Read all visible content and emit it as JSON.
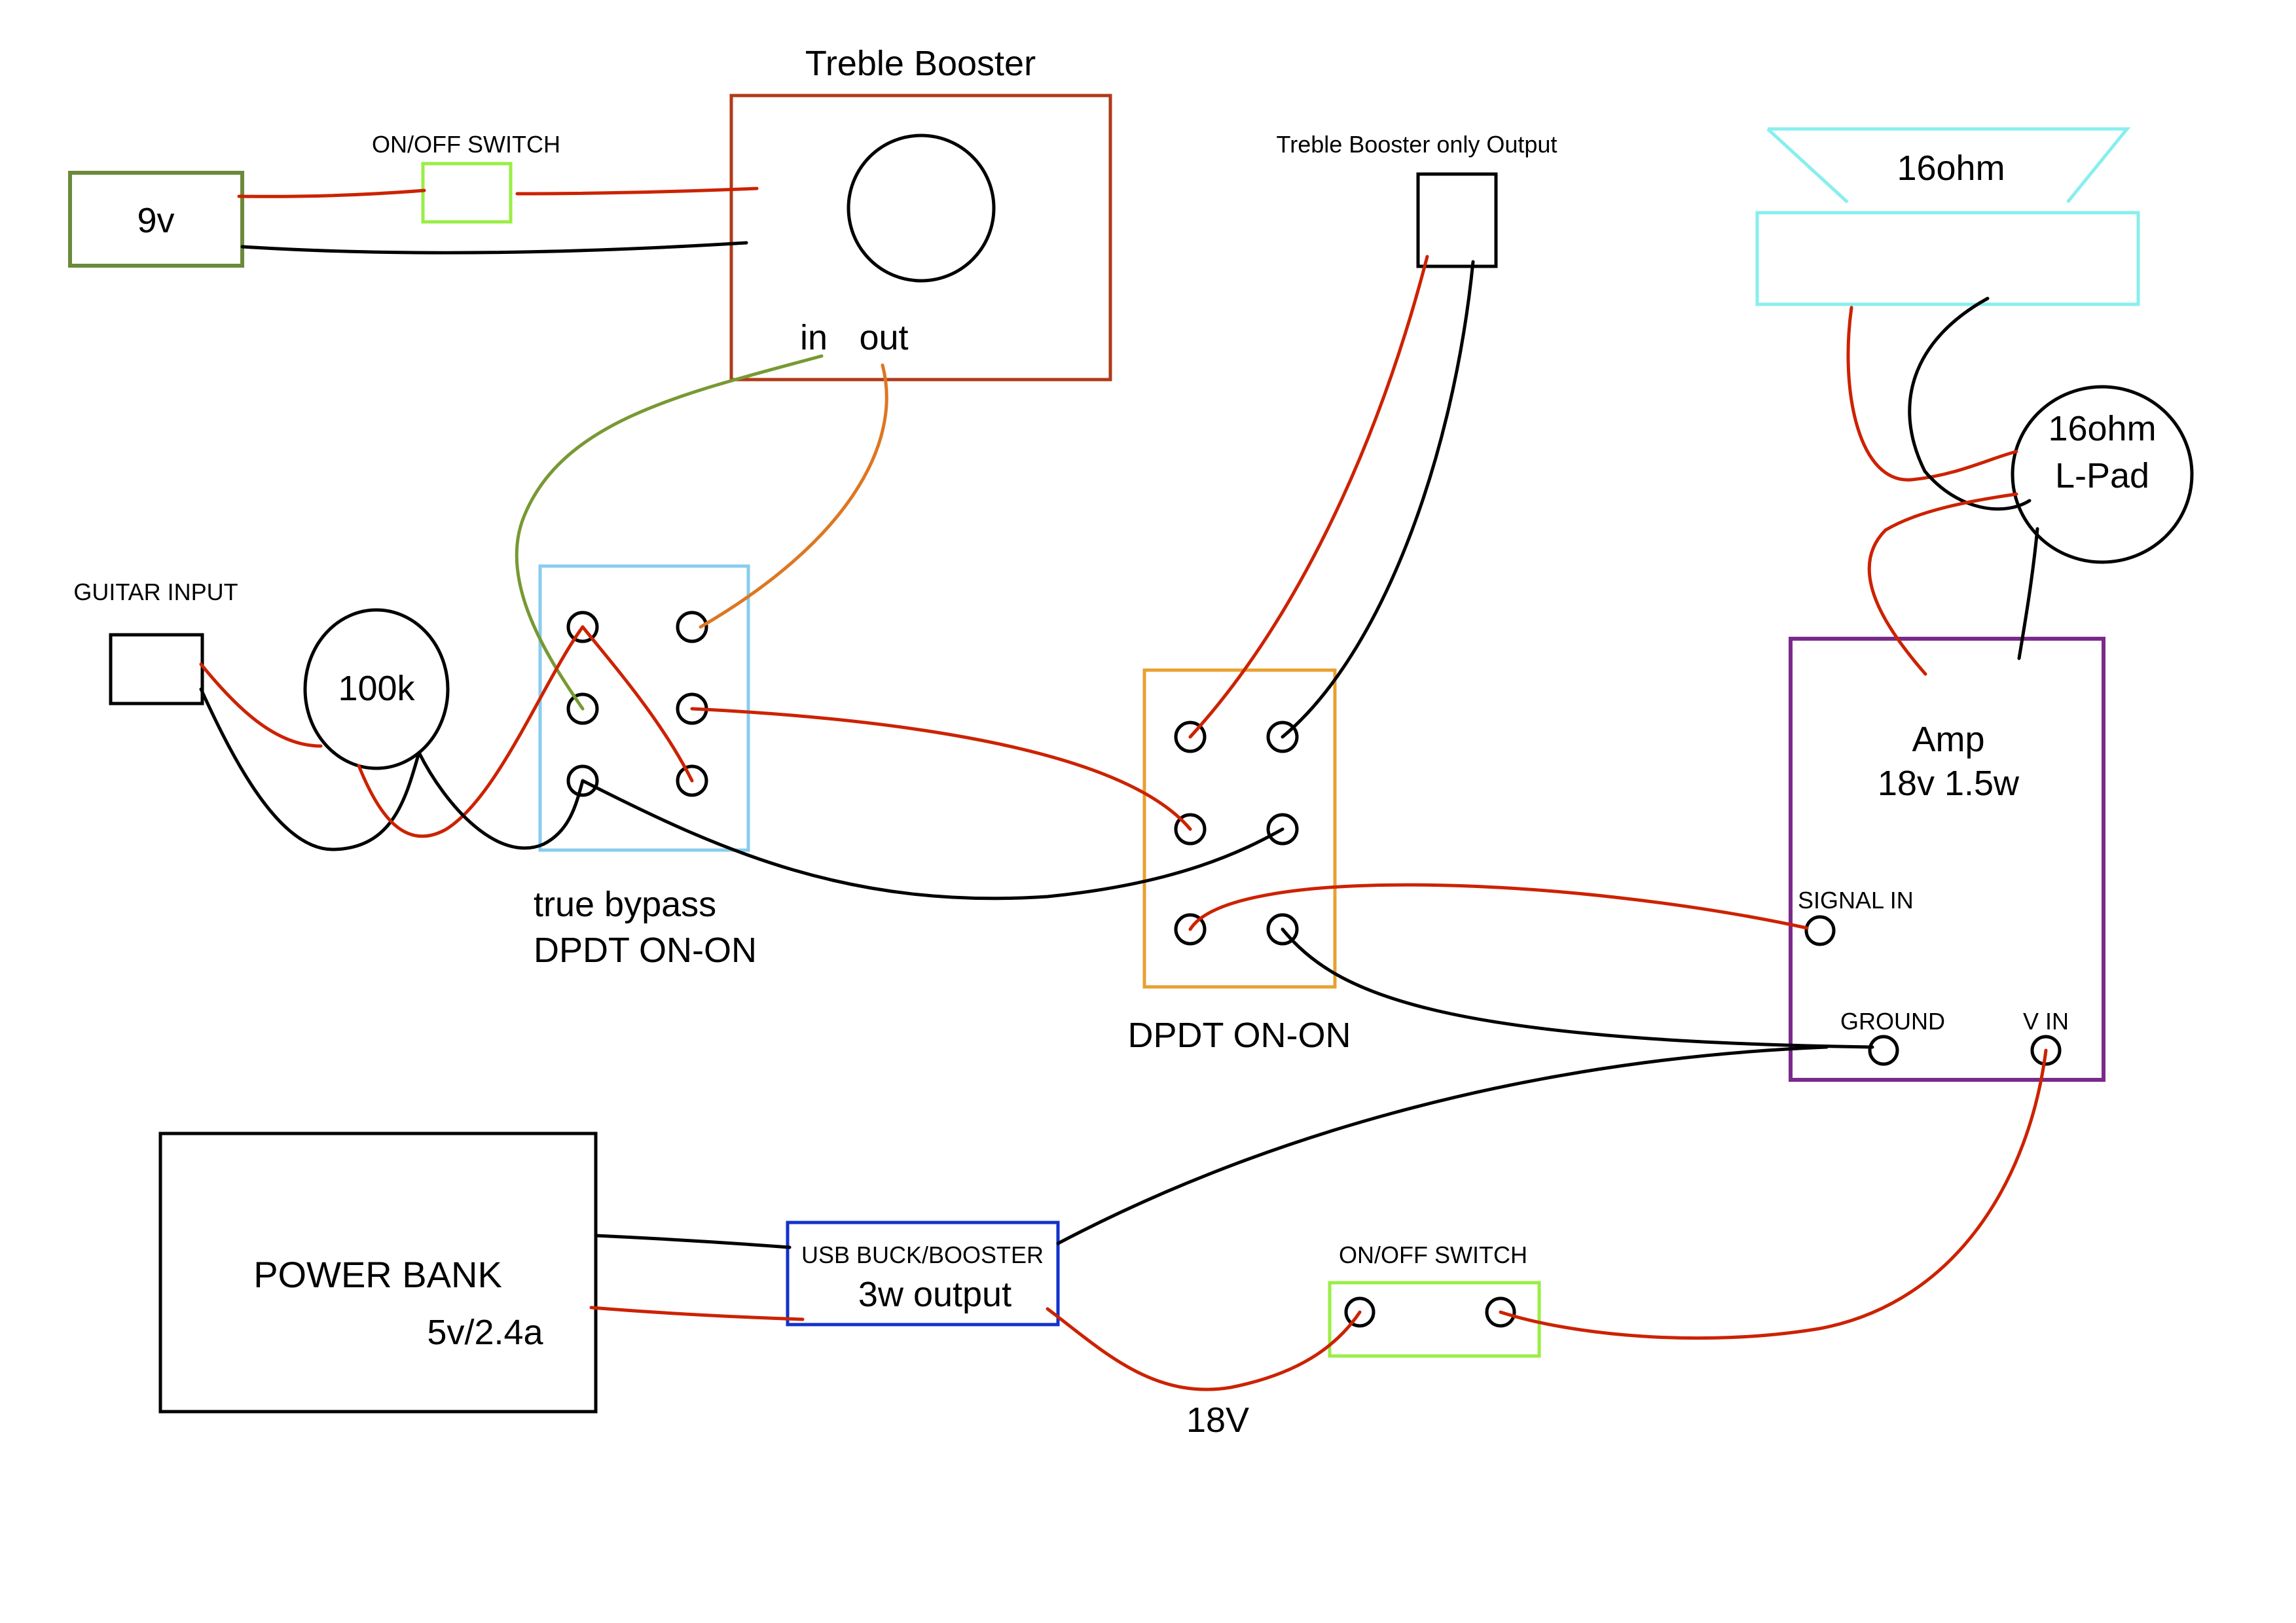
{
  "labels": {
    "treble_booster": "Treble Booster",
    "in": "in",
    "out": "out",
    "battery": "9v",
    "onoff_top": "ON/OFF SWITCH",
    "guitar_input": "GUITAR INPUT",
    "pot": "100k",
    "true_bypass_1": "true bypass",
    "true_bypass_2": "DPDT ON-ON",
    "dpdt2": "DPDT ON-ON",
    "tb_only_output": "Treble Booster only Output",
    "speaker": "16ohm",
    "lpad_1": "16ohm",
    "lpad_2": "L-Pad",
    "amp_1": "Amp",
    "amp_2": "18v 1.5w",
    "signal_in": "SIGNAL IN",
    "ground": "GROUND",
    "v_in": "V IN",
    "power_bank_1": "POWER BANK",
    "power_bank_2": "5v/2.4a",
    "usb_1": "USB BUCK/BOOSTER",
    "usb_2": "3w output",
    "onoff_bottom": "ON/OFF SWITCH",
    "voltage": "18V"
  },
  "colors": {
    "wire_red": "#cc2200",
    "wire_black": "#000000",
    "wire_olive": "#779933",
    "wire_orange": "#dd7722",
    "battery_box": "#6b8a3a",
    "switch_green": "#99ee44",
    "treble_box": "#b03a1a",
    "bypass_box": "#88ccee",
    "dpdt_box": "#e8a030",
    "amp_box": "#7a2a8a",
    "speaker_cyan": "#88eeee",
    "usb_box": "#1133cc"
  }
}
